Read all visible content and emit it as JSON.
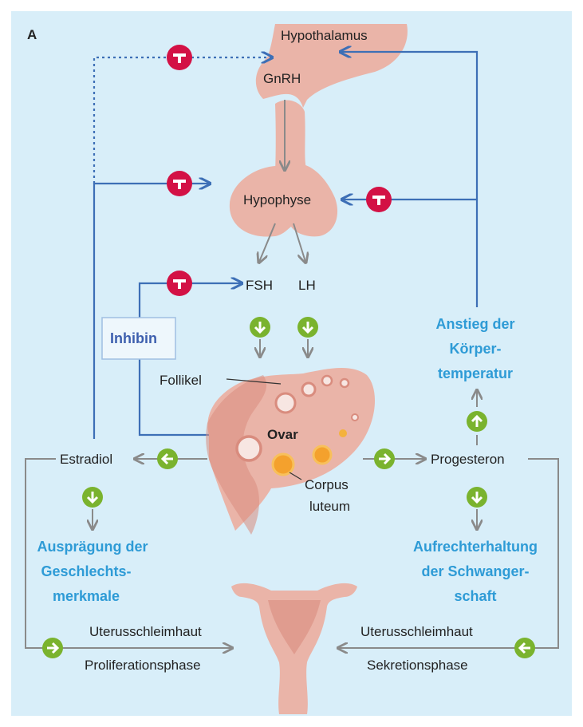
{
  "panel_label": "A",
  "labels": {
    "hypothalamus": "Hypothalamus",
    "gnrh": "GnRH",
    "hypophyse": "Hypophyse",
    "fsh": "FSH",
    "lh": "LH",
    "inhibin": "Inhibin",
    "follikel": "Follikel",
    "ovar": "Ovar",
    "corpus_luteum": [
      "Corpus",
      "luteum"
    ],
    "estradiol": "Estradiol",
    "progesteron": "Progesteron",
    "koerpertemperatur": [
      "Anstieg der",
      "Körper-",
      "temperatur"
    ],
    "geschlechtsmerkmale": [
      "Ausprägung der",
      "Geschlechts-",
      "merkmale"
    ],
    "schwangerschaft": [
      "Aufrechterhaltung",
      "der Schwanger-",
      "schaft"
    ],
    "uterus_left": [
      "Uterusschleimhaut",
      "Proliferationsphase"
    ],
    "uterus_right": [
      "Uterusschleimhaut",
      "Sekretionsphase"
    ]
  },
  "colors": {
    "background": "#d8eef9",
    "tissue": "#eab4a8",
    "tissue_dark": "#d98c7e",
    "inhibit": "#d31145",
    "stimulate": "#7ab32e",
    "feedback_line": "#3d6fb6",
    "gray_arrow": "#8a8a8a",
    "blue_text": "#2e9bd6"
  }
}
